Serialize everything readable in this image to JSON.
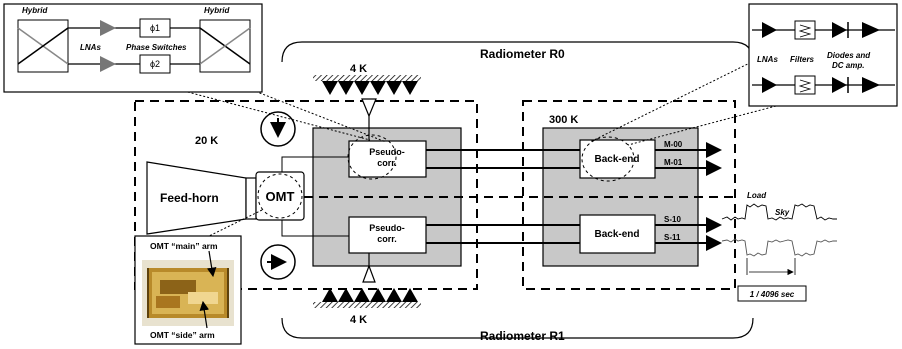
{
  "inset_left": {
    "hybrid_left": "Hybrid",
    "hybrid_right": "Hybrid",
    "phase1": "ϕ1",
    "phase2": "ϕ2",
    "lnas": "LNAs",
    "phase_switches": "Phase Switches"
  },
  "inset_right": {
    "lnas": "LNAs",
    "filters": "Filters",
    "diodes_line1": "Diodes and",
    "diodes_line2": "DC amp."
  },
  "radiometer_r0": "Radiometer R0",
  "radiometer_r1": "Radiometer R1",
  "load_top": "4 K",
  "load_bottom": "4 K",
  "cold_stage": "20 K",
  "warm_stage": "300 K",
  "feed_horn": "Feed-horn",
  "omt": "OMT",
  "pseudo_corr_top": [
    "Pseudo-",
    "corr."
  ],
  "pseudo_corr_bottom": [
    "Pseudo-",
    "corr."
  ],
  "backend_top": "Back-end",
  "backend_bottom": "Back-end",
  "outputs": [
    "M-00",
    "M-01",
    "S-10",
    "S-11"
  ],
  "signal_load": "Load",
  "signal_sky": "Sky",
  "period": "1 / 4096 sec",
  "photo_main_arm": "OMT “main” arm",
  "photo_side_arm": "OMT “side” arm",
  "colors": {
    "module_fill": "#c8c8c8",
    "photo_gold": "#b88a2a"
  }
}
